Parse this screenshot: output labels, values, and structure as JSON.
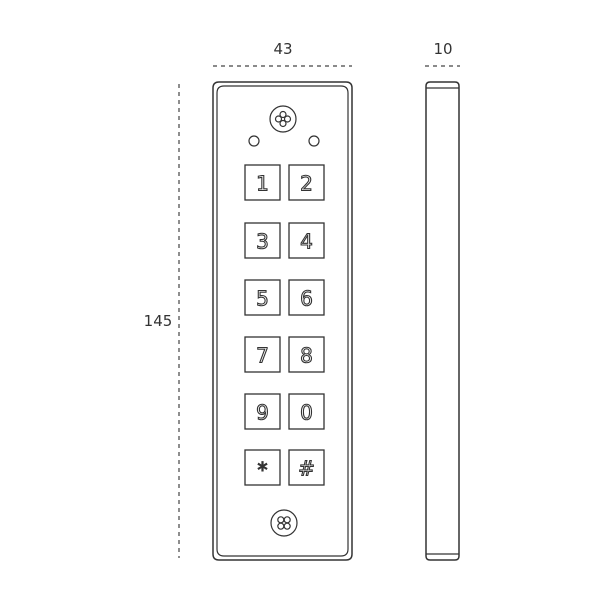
{
  "dimensions": {
    "width_label": "43",
    "depth_label": "10",
    "height_label": "145"
  },
  "keypad": {
    "keys": [
      {
        "label": "1"
      },
      {
        "label": "2"
      },
      {
        "label": "3"
      },
      {
        "label": "4"
      },
      {
        "label": "5"
      },
      {
        "label": "6"
      },
      {
        "label": "7"
      },
      {
        "label": "8"
      },
      {
        "label": "9"
      },
      {
        "label": "0"
      },
      {
        "label": "*"
      },
      {
        "label": "#"
      }
    ]
  },
  "icons": {
    "top": "screw-head-icon",
    "bottom": "screw-head-icon",
    "indicators": "led-indicator-icon"
  }
}
